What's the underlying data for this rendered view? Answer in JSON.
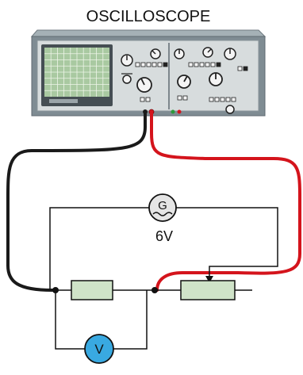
{
  "title": "OSCILLOSCOPE",
  "generator": {
    "symbol": "G",
    "voltage": "6V"
  },
  "voltmeter": {
    "symbol": "V"
  },
  "colors": {
    "background": "#ffffff",
    "scope_body": "#7f8c93",
    "scope_panel": "#d7dcdd",
    "screen": "#a9c9a1",
    "wire_black": "#1a1a1a",
    "wire_red": "#d4141c",
    "wire_circuit": "#111111",
    "resistor": "#cfe3c8",
    "generator_fill": "#e5e5e5",
    "voltmeter_fill": "#39a9e1"
  }
}
